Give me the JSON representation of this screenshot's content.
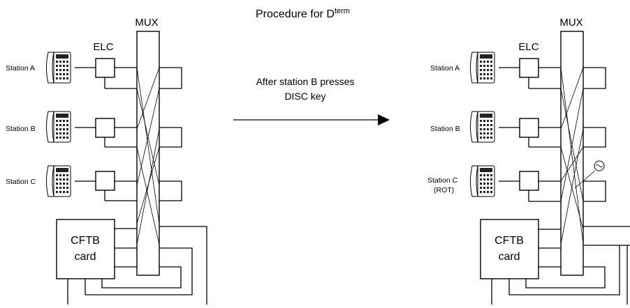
{
  "title": {
    "text": "Procedure for D",
    "superscript": "term"
  },
  "arrow": {
    "line1": "After station B presses",
    "line2": "DISC key"
  },
  "left": {
    "mux_label": "MUX",
    "elc_label": "ELC",
    "stations": [
      {
        "label": "Station A"
      },
      {
        "label": "Station B"
      },
      {
        "label": "Station C"
      }
    ],
    "cftb": {
      "line1": "CFTB",
      "line2": "card"
    }
  },
  "right": {
    "mux_label": "MUX",
    "elc_label": "ELC",
    "stations": [
      {
        "label": "Station A"
      },
      {
        "label": "Station B"
      },
      {
        "label": "Station C",
        "sub": "(ROT)"
      }
    ],
    "cftb": {
      "line1": "CFTB",
      "line2": "card"
    },
    "tone_icon": "ring-tone-icon"
  }
}
